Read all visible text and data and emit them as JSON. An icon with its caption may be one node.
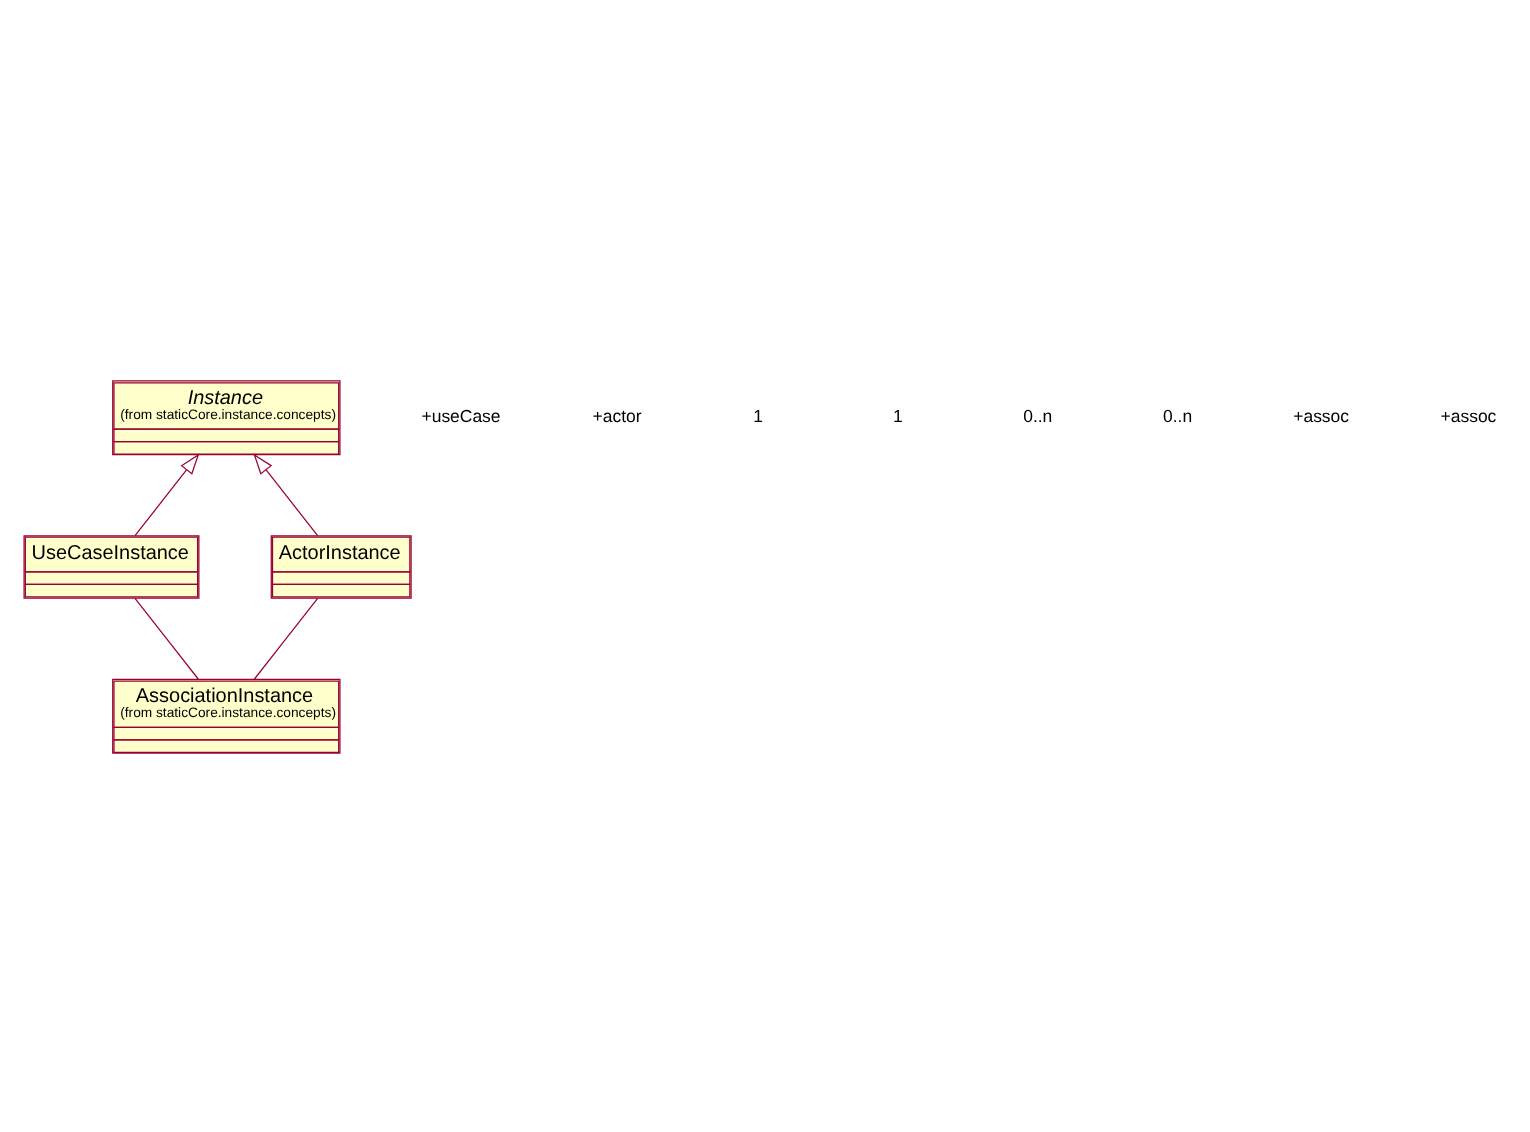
{
  "diagram": {
    "nodes": [
      {
        "text": [
          "Instance",
          "(from staticCore.instance.concepts)"
        ]
      },
      {
        "text": [
          "UseCaseInstance"
        ]
      },
      {
        "text": [
          "ActorInstance"
        ]
      },
      {
        "text": [
          "AssociationInstance",
          "(from staticCore.instance.concepts)"
        ]
      }
    ],
    "edges": [
      {
        "from": 1,
        "to": 0,
        "arrow": "to"
      },
      {
        "from": 2,
        "to": 0,
        "arrow": "to"
      },
      {
        "from": 1,
        "to": 3,
        "arrow": "none"
      },
      {
        "from": 2,
        "to": 3,
        "arrow": "none"
      }
    ],
    "labels": [
      "+useCase",
      "+actor",
      "1",
      "1",
      "0..n",
      "0..n",
      "+assoc",
      "+assoc"
    ]
  }
}
